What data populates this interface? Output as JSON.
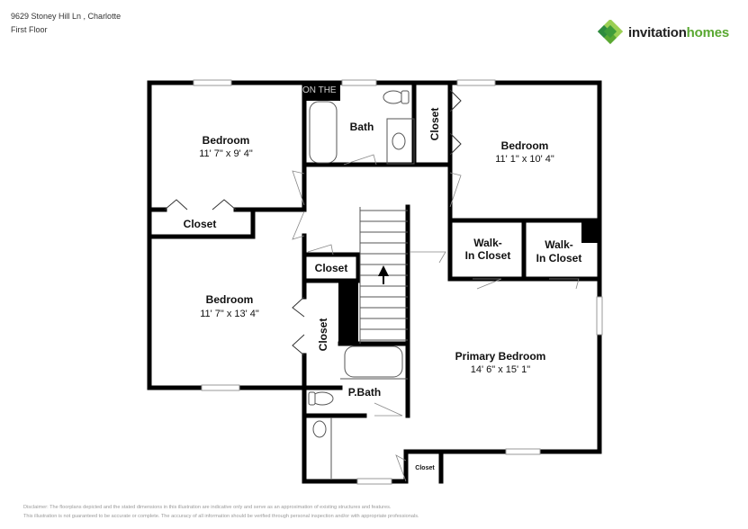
{
  "header": {
    "address": "9629 Stoney Hill Ln , Charlotte",
    "floor": "First Floor"
  },
  "logo": {
    "icon": "clover-logo-icon",
    "text_part1": "invitation",
    "text_part2": "homes",
    "colors": {
      "dark_green": "#2e8b3e",
      "mid_green": "#5aa832",
      "light_green": "#9bcf53",
      "text_dark": "#222222"
    }
  },
  "watermark": "ON THE",
  "rooms": [
    {
      "id": "bedroom-1",
      "name": "Bedroom",
      "dims": "11' 7\" x 9' 4\""
    },
    {
      "id": "closet-1",
      "name": "Closet"
    },
    {
      "id": "bath",
      "name": "Bath"
    },
    {
      "id": "closet-2",
      "name": "Closet"
    },
    {
      "id": "bedroom-2",
      "name": "Bedroom",
      "dims": "11' 1\" x 10' 4\""
    },
    {
      "id": "walk-in-1",
      "name_line1": "Walk-",
      "name_line2": "In Closet"
    },
    {
      "id": "walk-in-2",
      "name_line1": "Walk-",
      "name_line2": "In Closet"
    },
    {
      "id": "closet-3",
      "name": "Closet"
    },
    {
      "id": "bedroom-3",
      "name": "Bedroom",
      "dims": "11' 7\" x 13' 4\""
    },
    {
      "id": "closet-4",
      "name": "Closet"
    },
    {
      "id": "primary-bedroom",
      "name": "Primary Bedroom",
      "dims": "14' 6\" x 15' 1\""
    },
    {
      "id": "p-bath",
      "name": "P.Bath"
    },
    {
      "id": "closet-5",
      "name": "Closet"
    }
  ],
  "stairs": {
    "direction": "up",
    "icon": "up-arrow-icon"
  },
  "disclaimer": {
    "line1": "Disclaimer: The floorplans depicted and the stated dimensions in this illustration are indicative only and serve as an approximation of existing structures and features.",
    "line2": "This illustration is not guaranteed to be accurate or complete. The accuracy of all information should be verified through personal inspection and/or with appropriate professionals."
  }
}
